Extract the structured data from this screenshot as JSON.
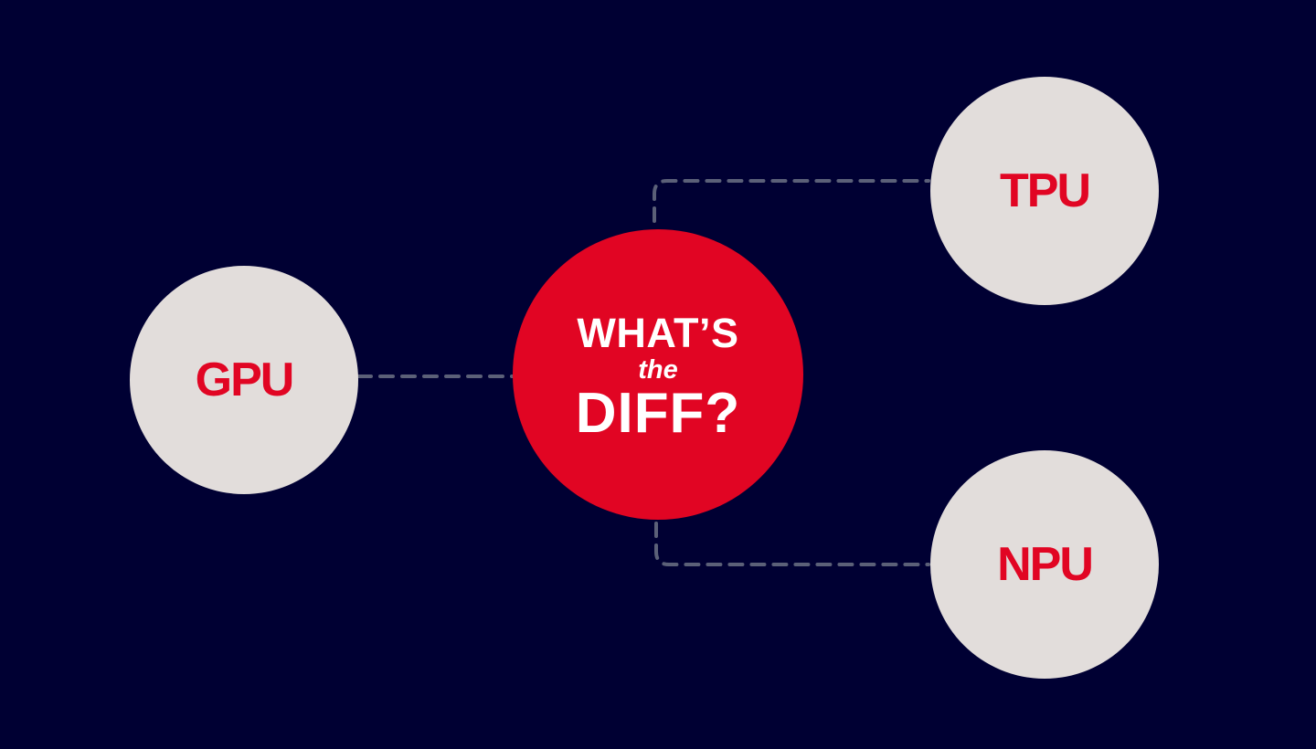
{
  "colors": {
    "background": "#000033",
    "accent_red": "#e10523",
    "node_fill": "#e2dddb",
    "connector": "#5b6078",
    "center_text": "#ffffff"
  },
  "center": {
    "line1": "WHAT’S",
    "line2": "the",
    "line3": "DIFF?"
  },
  "nodes": {
    "gpu": {
      "label": "GPU"
    },
    "tpu": {
      "label": "TPU"
    },
    "npu": {
      "label": "NPU"
    }
  },
  "connector_style": "dashed"
}
